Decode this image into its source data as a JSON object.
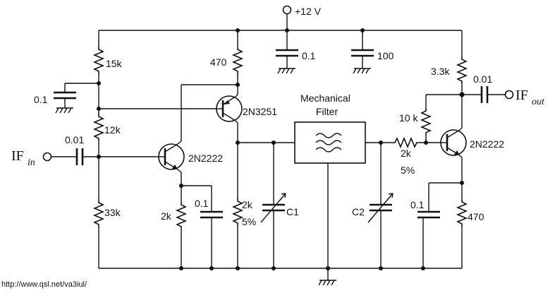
{
  "supply": {
    "label": "+12 V"
  },
  "ports": {
    "if_in": {
      "main": "IF",
      "sub": "in"
    },
    "if_out": {
      "main": "IF",
      "sub": "out"
    }
  },
  "resistors": {
    "r_15k": "15k",
    "r_12k": "12k",
    "r_33k": "33k",
    "r_470_top": "470",
    "r_2k_emitter": "2k",
    "r_2k_5pct_value": "2k",
    "r_2k_5pct_tol": "5%",
    "r_2k_series_value": "2k",
    "r_2k_series_tol": "5%",
    "r_10k": "10 k",
    "r_3_3k": "3.3k",
    "r_470_bottom": "470"
  },
  "capacitors": {
    "c_bias": "0.1",
    "c_in": "0.01",
    "c_supply_1": "0.1",
    "c_supply_2": "100",
    "c_emitter": "0.1",
    "c_out": "0.01",
    "c_emitter_out": "0.1",
    "c1": "C1",
    "c2": "C2"
  },
  "transistors": {
    "q1": "2N2222",
    "q2": "2N3251",
    "q3": "2N2222"
  },
  "filter": {
    "line1": "Mechanical",
    "line2": "Filter"
  },
  "footer": {
    "url": "http://www.qsl.net/va3iul/"
  }
}
